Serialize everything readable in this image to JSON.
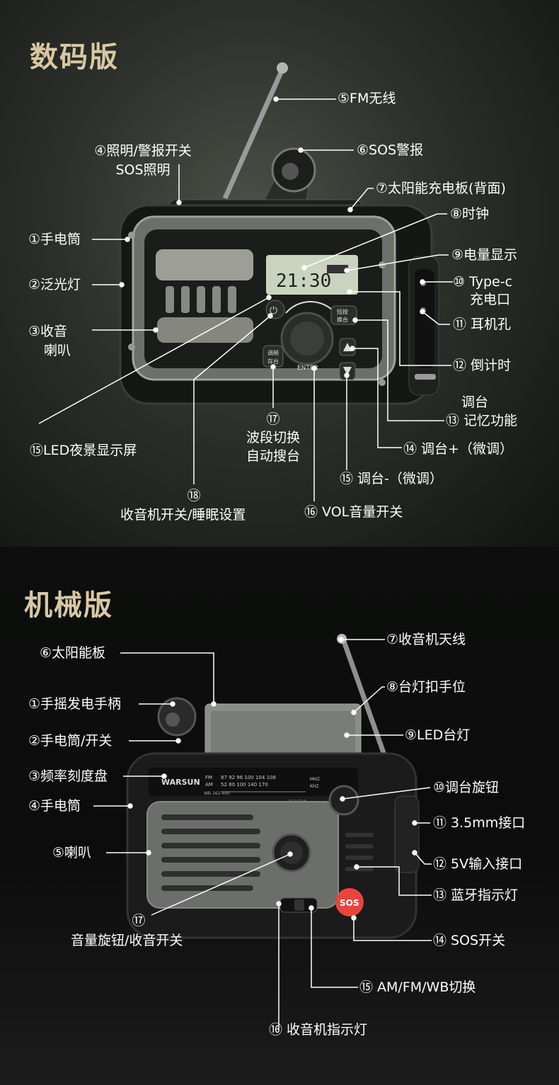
{
  "sections": {
    "digital": {
      "title": "数码版",
      "labels": {
        "l5": "⑤FM无线",
        "l4a": "④照明/警报开关",
        "l4b": "SOS照明",
        "l6": "⑥SOS警报",
        "l7": "⑦太阳能充电板(背面)",
        "l8": "⑧时钟",
        "l1": "①手电筒",
        "l9": "⑨电量显示",
        "l2": "②泛光灯",
        "l10a": "⑩ Type-c",
        "l10b": "充电口",
        "l3a": "③收音",
        "l3b": "喇叭",
        "l11": "⑪ 耳机孔",
        "l12": "⑫ 倒计时",
        "l13a": "调台",
        "l13b": "⑬ 记忆功能",
        "l15led": "⑮LED夜景显示屏",
        "l17a": "⑰",
        "l17b": "波段切换",
        "l17c": "自动搜台",
        "l14": "⑭ 调台+（微调）",
        "l15": "⑮ 调台-（微调）",
        "l18a": "⑱",
        "l18b": "收音机开关/睡眠设置",
        "l16": "⑯ VOL音量开关"
      },
      "device": {
        "lcd_time": "21:30",
        "btn_short": "短按",
        "btn_switch": "换台",
        "btn_band": "调频",
        "btn_store": "存台",
        "enter": "ENTER"
      }
    },
    "mechanical": {
      "title": "机械版",
      "labels": {
        "m7": "⑦收音机天线",
        "m6": "⑥太阳能板",
        "m8": "⑧台灯扣手位",
        "m1": "①手摇发电手柄",
        "m9": "⑨LED台灯",
        "m2": "②手电筒/开关",
        "m3": "③频率刻度盘",
        "m10": "⑩调台旋钮",
        "m4": "④手电筒",
        "m11": "⑪ 3.5mm接口",
        "m5": "⑤喇叭",
        "m12": "⑫ 5V输入接口",
        "m13": "⑬ 蓝牙指示灯",
        "m17a": "⑰",
        "m17b": "音量旋钮/收音开关",
        "m14": "⑭ SOS开关",
        "m15": "⑮ AM/FM/WB切换",
        "m16": "⑯ 收音机指示灯"
      },
      "device": {
        "brand": "WARSUN",
        "fm": "FM",
        "am": "AM",
        "wb": "WB 162.400",
        "wb2": "162.550",
        "mhz": "MHZ",
        "khz": "KHZ",
        "fm_ticks": [
          "87",
          "92",
          "96",
          "100",
          "104",
          "108"
        ],
        "am_ticks": [
          "52",
          "80",
          "100",
          "140",
          "170"
        ],
        "sos": "SOS"
      }
    }
  },
  "colors": {
    "title": "#d8c8a4",
    "label": "#ffffff",
    "sos": "#e8453c",
    "lcd": "#c9d4be"
  }
}
